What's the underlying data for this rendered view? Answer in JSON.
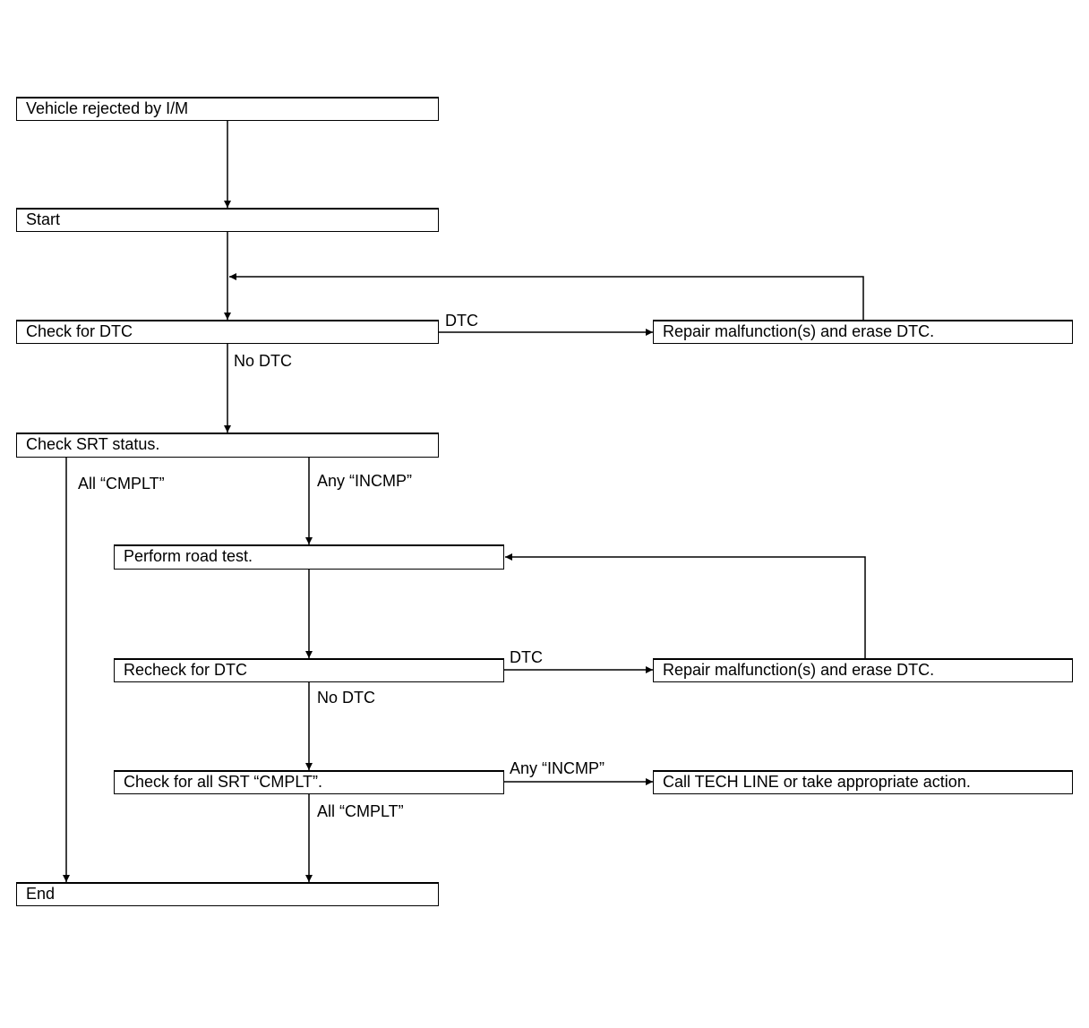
{
  "nodes": {
    "vehicle_rejected": "Vehicle rejected by I/M",
    "start": "Start",
    "check_dtc": "Check for DTC",
    "repair_1": "Repair malfunction(s) and erase DTC.",
    "check_srt": "Check SRT status.",
    "road_test": "Perform road test.",
    "recheck_dtc": "Recheck for DTC",
    "repair_2": "Repair malfunction(s) and erase DTC.",
    "check_all_srt": "Check for all SRT “CMPLT”.",
    "call_tech_line": "Call TECH LINE or take appropriate action.",
    "end": "End"
  },
  "edge_labels": {
    "dtc_1": "DTC",
    "no_dtc_1": "No DTC",
    "all_cmplt_1": "All “CMPLT”",
    "any_incmp_1": "Any “INCMP”",
    "dtc_2": "DTC",
    "no_dtc_2": "No DTC",
    "any_incmp_2": "Any “INCMP”",
    "all_cmplt_2": "All “CMPLT”"
  }
}
